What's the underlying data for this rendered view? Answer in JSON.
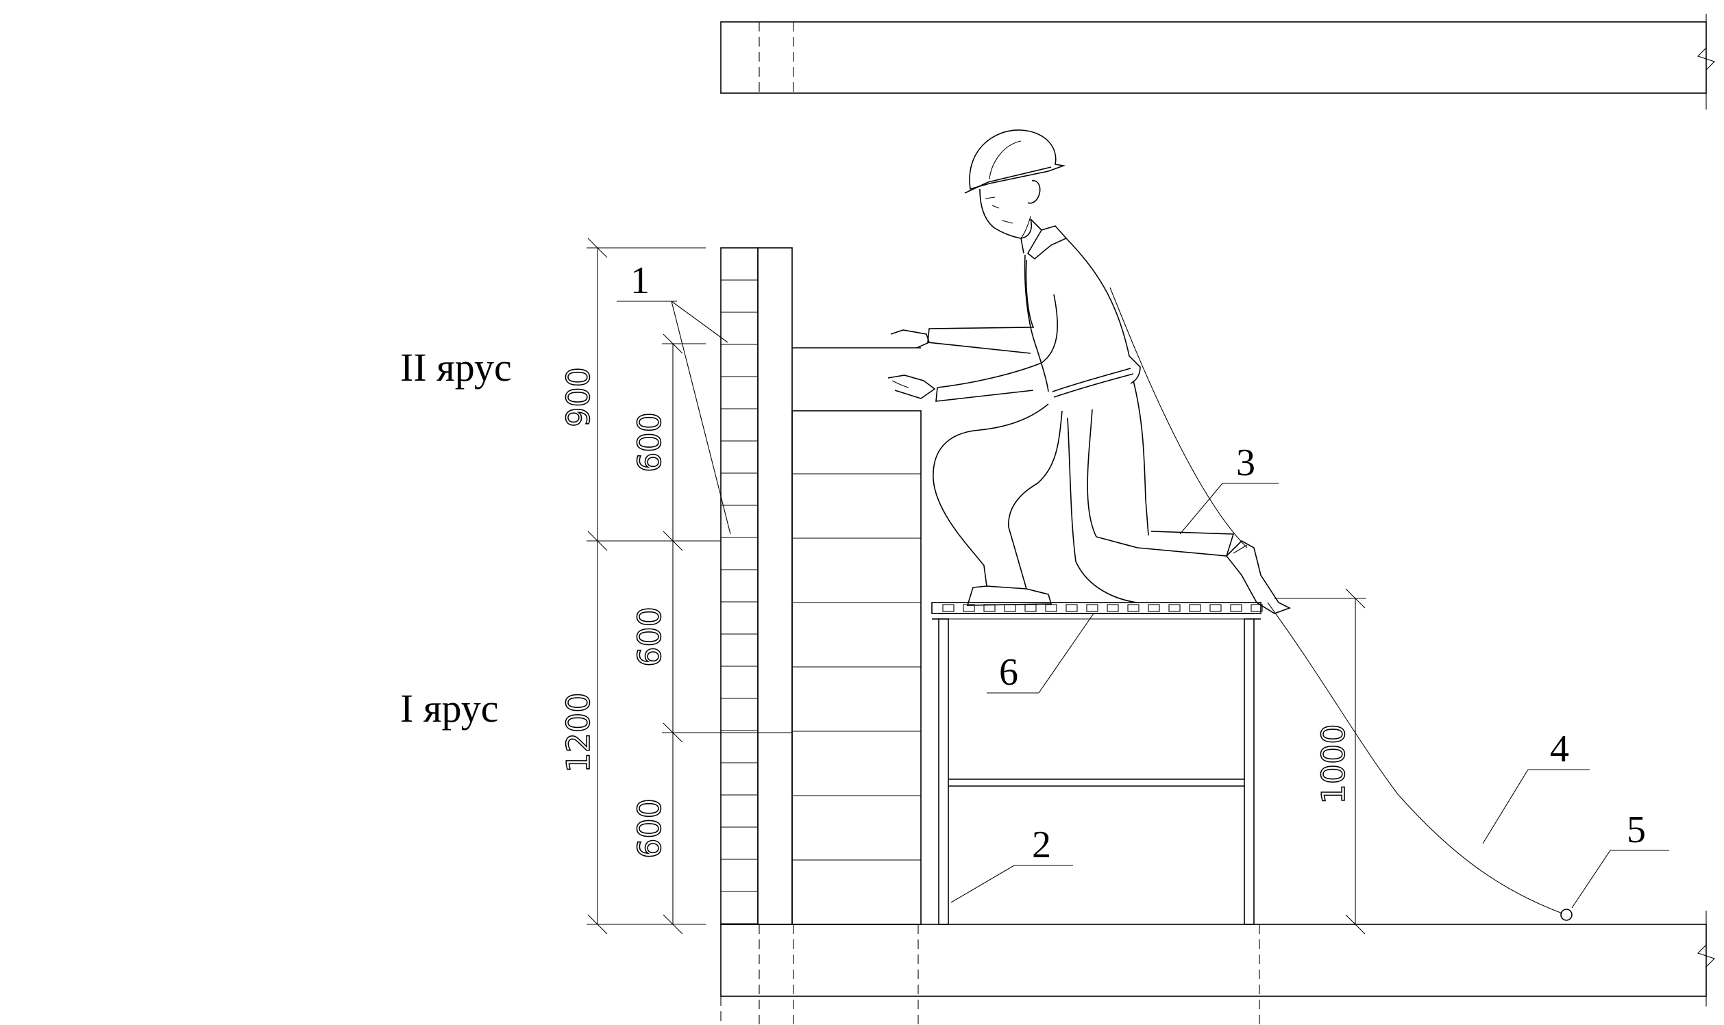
{
  "tiers": {
    "upper": "II ярус",
    "lower": "I ярус"
  },
  "dimensions": {
    "upper_total": "900",
    "upper_sub": "600",
    "lower_total": "1200",
    "lower_sub_top": "600",
    "lower_sub_bottom": "600",
    "scaffold_height": "1000"
  },
  "callouts": {
    "c1": "1",
    "c2": "2",
    "c3": "3",
    "c4": "4",
    "c5": "5",
    "c6": "6"
  }
}
